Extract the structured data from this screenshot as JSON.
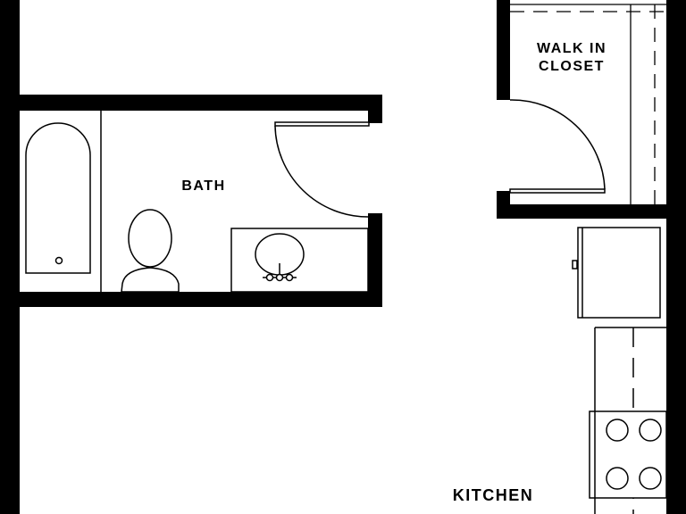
{
  "rooms": {
    "bath": "BATH",
    "closet_line1": "WALK IN",
    "closet_line2": "CLOSET",
    "kitchen": "KITCHEN"
  },
  "colors": {
    "wall": "#000000",
    "fixture_stroke": "#000000",
    "background": "#ffffff"
  },
  "icons": [
    "bathtub-icon",
    "toilet-icon",
    "sink-icon",
    "refrigerator-icon",
    "stove-icon",
    "door-swing-icon"
  ]
}
